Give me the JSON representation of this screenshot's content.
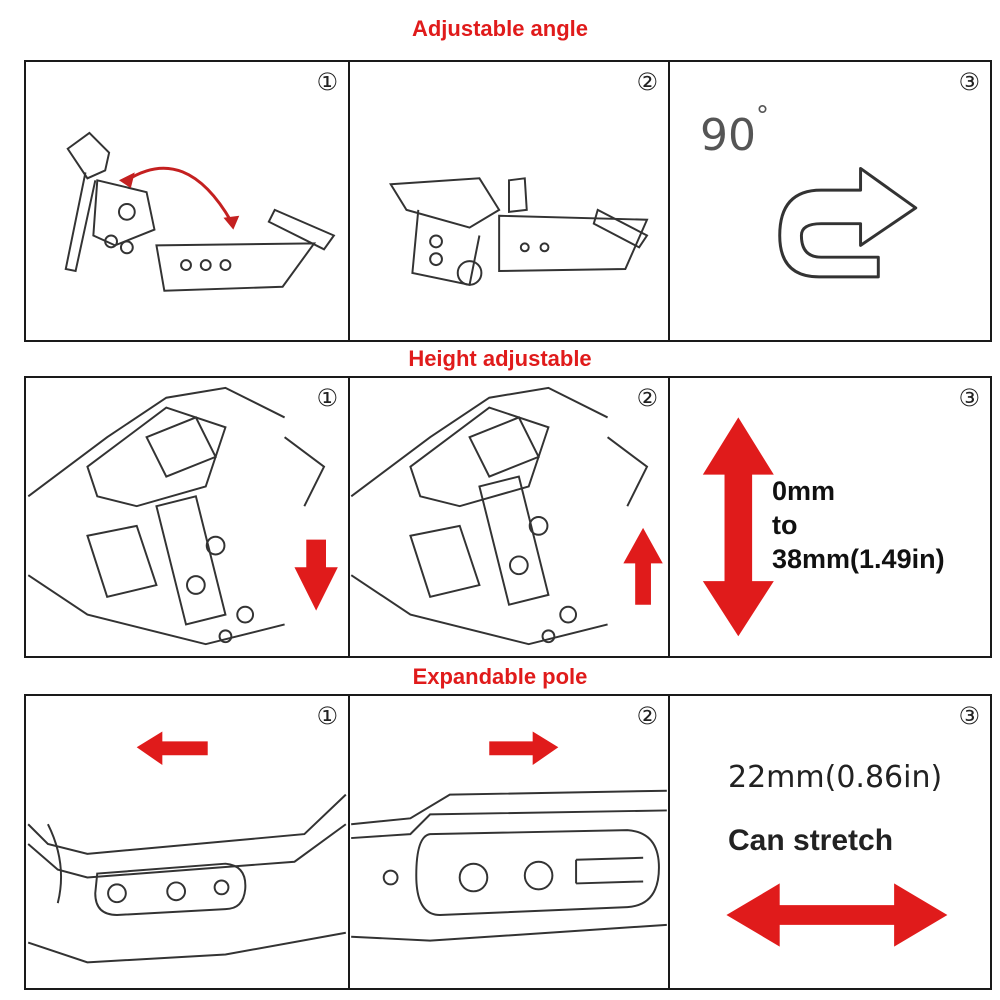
{
  "colors": {
    "accent": "#e01b1b",
    "line": "#1a1a1a",
    "gray": "#555555"
  },
  "sections": {
    "angle": {
      "title": "Adjustable angle",
      "panels": [
        {
          "num": "①"
        },
        {
          "num": "②"
        },
        {
          "num": "③",
          "angle": "90",
          "degree": "°",
          "icon": "u-turn-arrow-icon"
        }
      ]
    },
    "height": {
      "title": "Height adjustable",
      "panels": [
        {
          "num": "①",
          "icon": "down-arrow-icon"
        },
        {
          "num": "②",
          "icon": "up-arrow-icon"
        },
        {
          "num": "③",
          "line1": "0mm",
          "line2": "to",
          "line3": "38mm(1.49in)",
          "icon": "vertical-double-arrow-icon"
        }
      ]
    },
    "pole": {
      "title": "Expandable pole",
      "panels": [
        {
          "num": "①",
          "icon": "left-arrow-icon"
        },
        {
          "num": "②",
          "icon": "right-arrow-icon"
        },
        {
          "num": "③",
          "line1": "22mm(0.86in)",
          "line2": "Can stretch",
          "icon": "horizontal-double-arrow-icon"
        }
      ]
    }
  }
}
